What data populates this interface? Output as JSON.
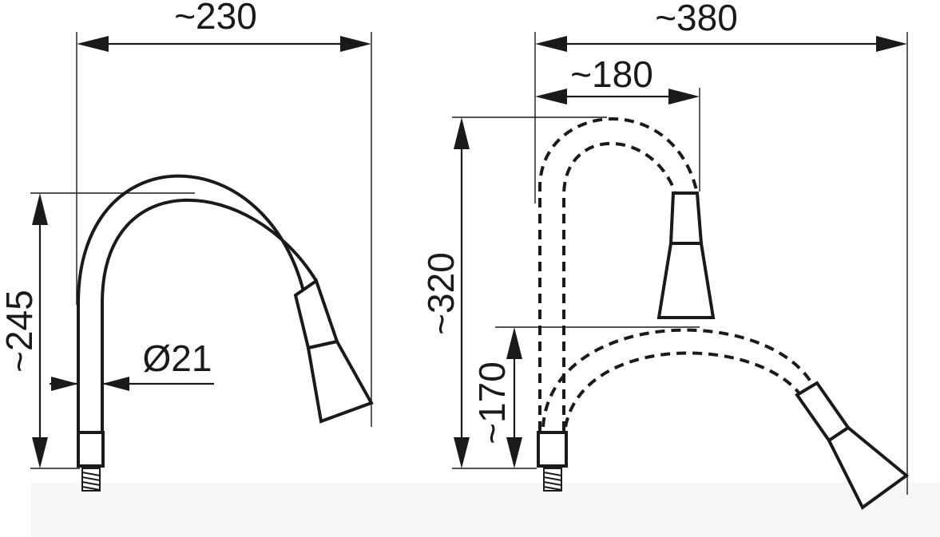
{
  "diagram": {
    "dimensions": {
      "left_width": "~230",
      "left_height": "~245",
      "left_diameter": "Ø21",
      "right_width": "~380",
      "right_inner_width": "~180",
      "right_height_raised": "~320",
      "right_height_lowered": "~170"
    },
    "colors": {
      "line": "#1a1a1a",
      "background": "#ffffff",
      "band": "#f7f7f7"
    }
  }
}
